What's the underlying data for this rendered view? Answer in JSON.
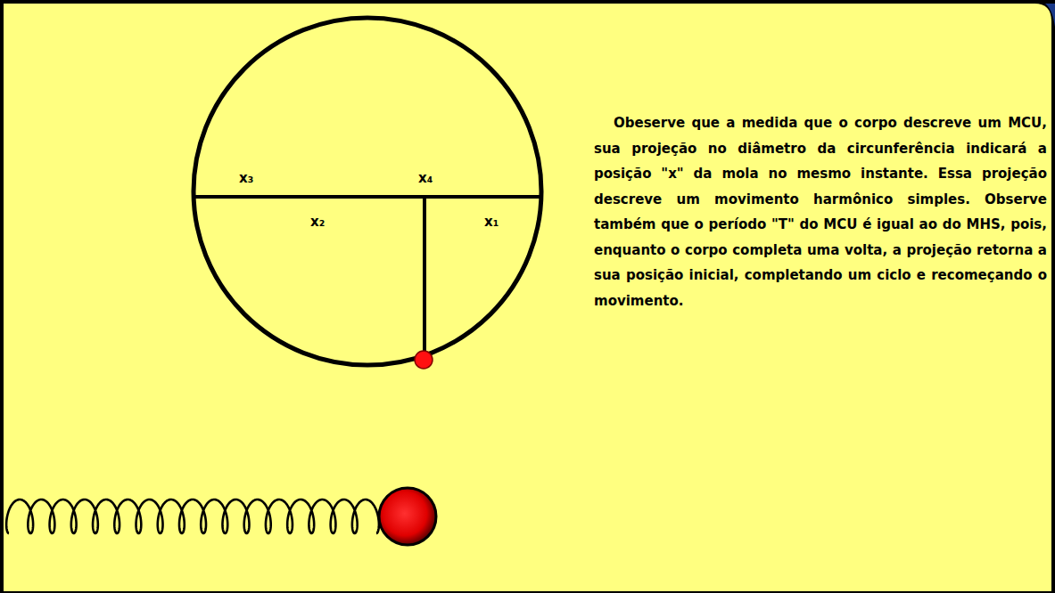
{
  "diagram": {
    "labels": [
      "x₃",
      "x₄",
      "x₂",
      "x₁",
      "Obeserve que a medida que o corpo descreve um MCU, sua projeção no diâmetro da circunferência indicará a posição \"x\" da mola no mesmo instante. Essa projeção descreve um movimento harmônico simples. Observe também que o período \"T\" do MCU é igual ao do MHS, pois, enquanto o corpo completa uma volta, a projeção retorna a sua posição inicial, completando um ciclo e recomeçando o movimento."
    ]
  }
}
